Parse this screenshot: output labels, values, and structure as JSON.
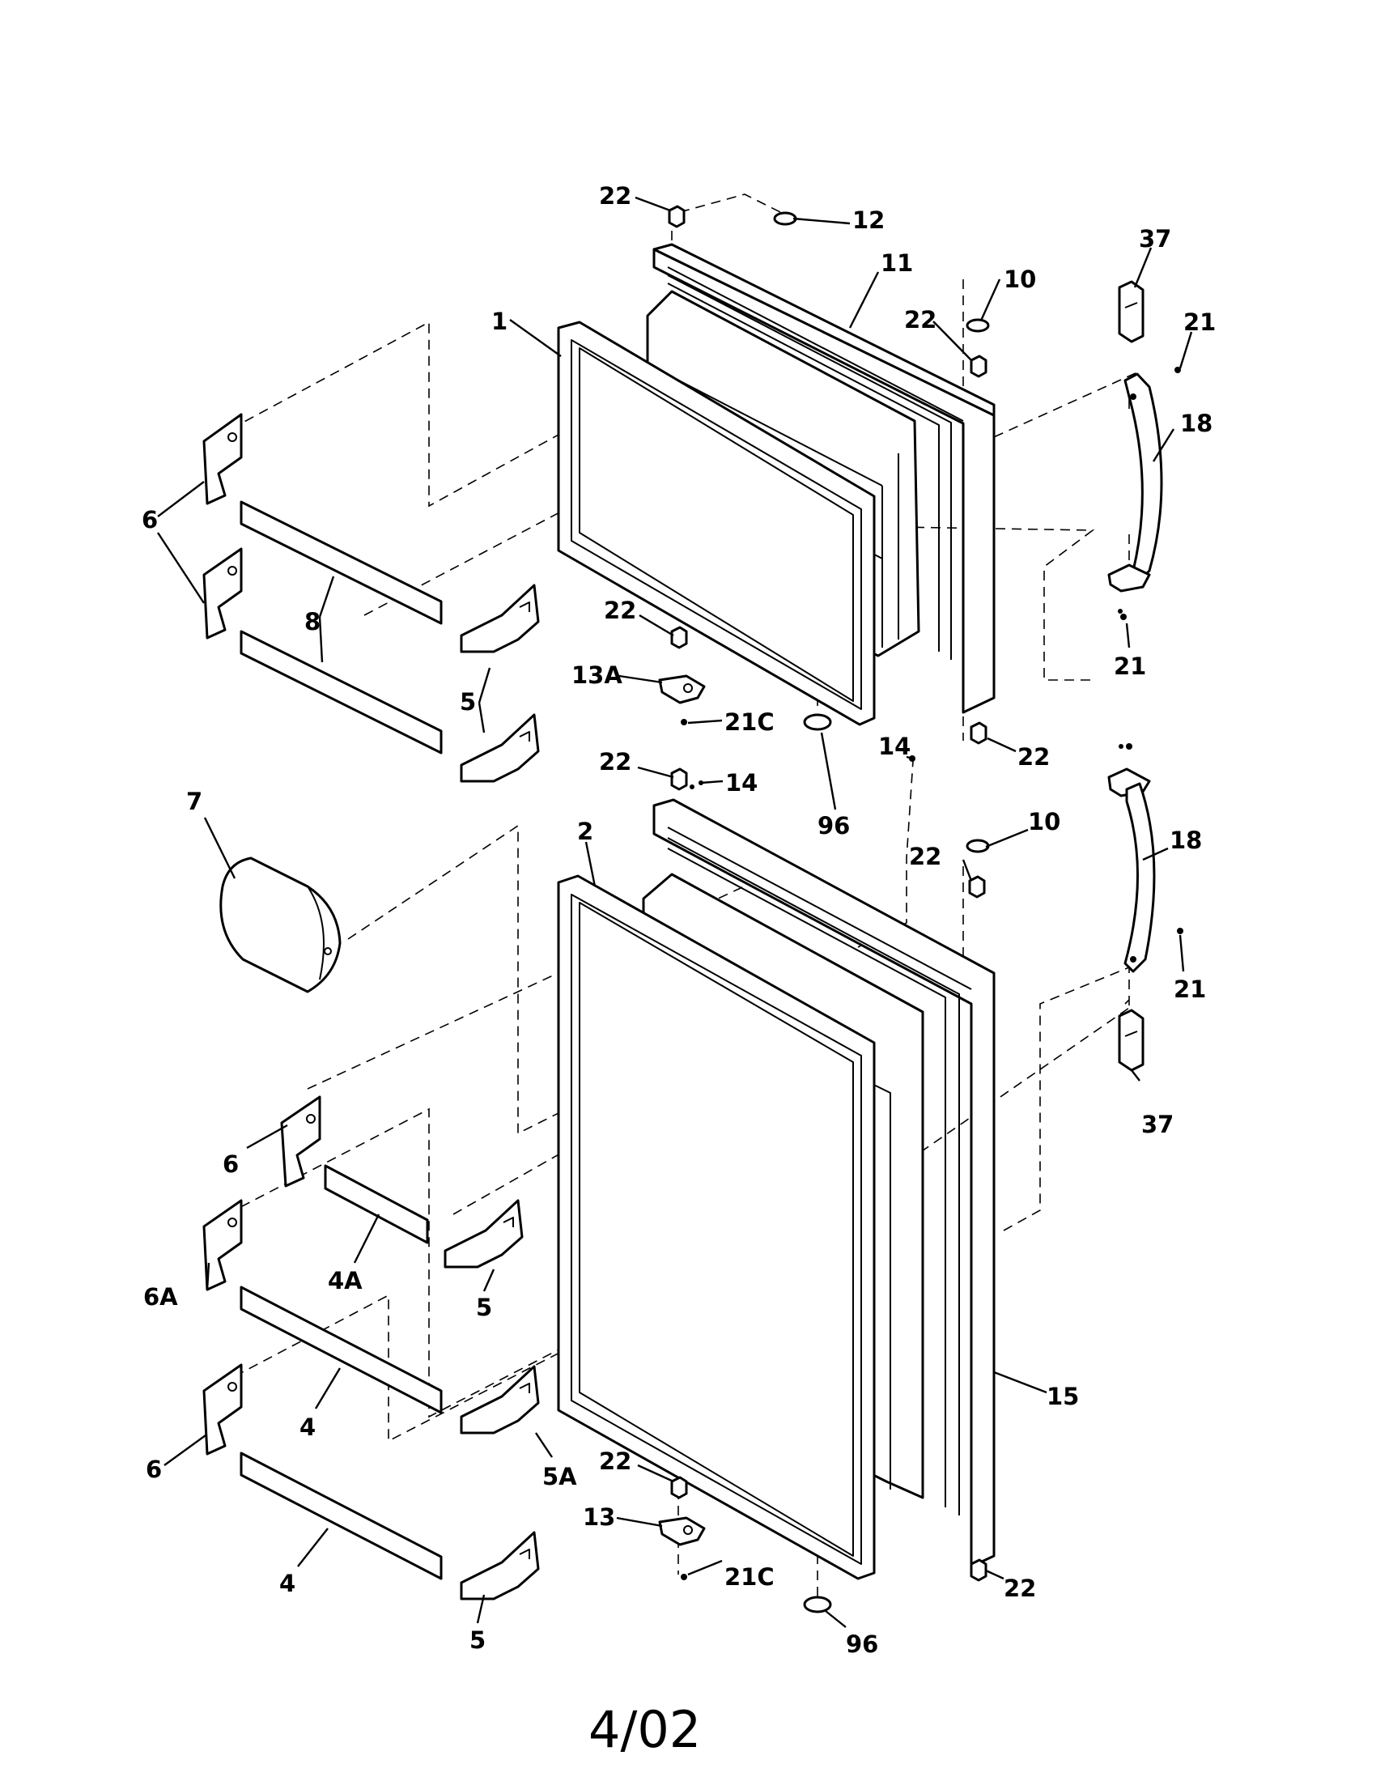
{
  "labels": {
    "22": "22",
    "12": "12",
    "11": "11",
    "10": "10",
    "37": "37",
    "21": "21",
    "1": "1",
    "18": "18",
    "6": "6",
    "8": "8",
    "13A": "13A",
    "21C": "21C",
    "5": "5",
    "14": "14",
    "96": "96",
    "7": "7",
    "2": "2",
    "4A": "4A",
    "6A": "6A",
    "4": "4",
    "15": "15",
    "5A": "5A",
    "13": "13"
  },
  "footer": {
    "code": "4/02"
  }
}
